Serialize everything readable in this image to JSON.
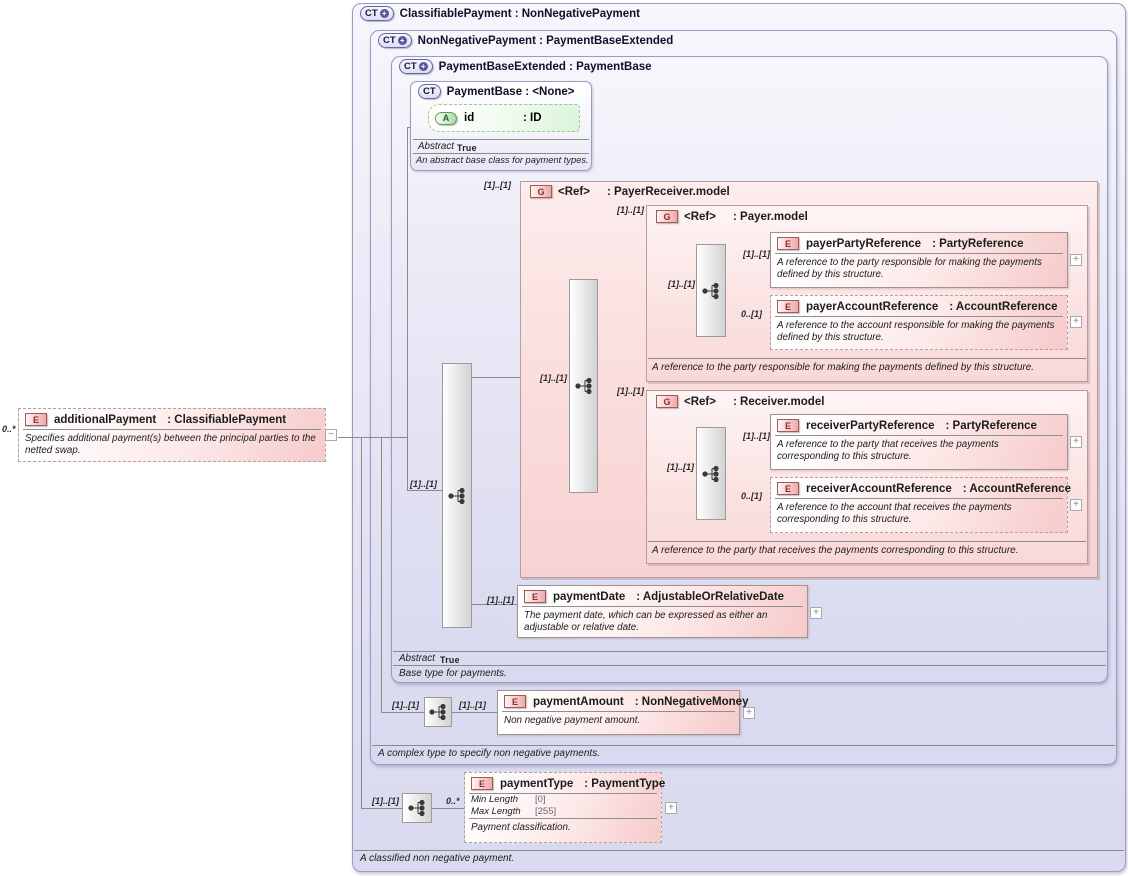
{
  "icons": {
    "ct": "CT",
    "plus": "+",
    "element": "E",
    "group": "G",
    "attribute": "A",
    "expand": "+",
    "collapse": "−"
  },
  "cards": {
    "one_one": "[1]..[1]",
    "zero_one": "0..[1]",
    "zero_many": "0..*"
  },
  "types": {
    "classifiable_payment": {
      "title": "ClassifiablePayment : NonNegativePayment",
      "footer": "A classified non negative payment."
    },
    "non_negative_payment": {
      "title": "NonNegativePayment : PaymentBaseExtended",
      "footer": "A complex type to specify non negative payments."
    },
    "payment_base_extended": {
      "title": "PaymentBaseExtended : PaymentBase",
      "abstract_label": "Abstract",
      "abstract_value": "True",
      "footer": "Base type for payments."
    },
    "payment_base": {
      "title": "PaymentBase : <None>",
      "abstract_label": "Abstract",
      "abstract_value": "True",
      "footer": "An abstract base class for payment types."
    }
  },
  "attribute_id": {
    "name": "id",
    "type": ": ID"
  },
  "groups": {
    "payer_receiver": {
      "name": "<Ref>",
      "type": ": PayerReceiver.model"
    },
    "payer": {
      "name": "<Ref>",
      "type": ": Payer.model",
      "footer": "A reference to the party responsible for making the payments defined by this structure."
    },
    "receiver": {
      "name": "<Ref>",
      "type": ": Receiver.model",
      "footer": "A reference to the party that receives the payments corresponding to this structure."
    }
  },
  "elements": {
    "additional_payment": {
      "name": "additionalPayment",
      "type": ": ClassifiablePayment",
      "desc": "Specifies additional payment(s) between the principal parties to the netted swap."
    },
    "payer_party": {
      "name": "payerPartyReference",
      "type": ": PartyReference",
      "desc": "A reference to the party responsible for making the payments defined by this structure."
    },
    "payer_account": {
      "name": "payerAccountReference",
      "type": ": AccountReference",
      "desc": "A reference to the account responsible for making the payments defined by this structure."
    },
    "receiver_party": {
      "name": "receiverPartyReference",
      "type": ": PartyReference",
      "desc": "A reference to the party that receives the payments corresponding to this structure."
    },
    "receiver_account": {
      "name": "receiverAccountReference",
      "type": ": AccountReference",
      "desc": "A reference to the account that receives the payments corresponding to this structure."
    },
    "payment_date": {
      "name": "paymentDate",
      "type": ": AdjustableOrRelativeDate",
      "desc": "The payment date, which can be expressed as either an adjustable or relative date."
    },
    "payment_amount": {
      "name": "paymentAmount",
      "type": ": NonNegativeMoney",
      "desc": "Non negative payment amount."
    },
    "payment_type": {
      "name": "paymentType",
      "type": ": PaymentType",
      "min_label": "Min Length",
      "min_value": "[0]",
      "max_label": "Max Length",
      "max_value": "[255]",
      "desc": "Payment classification."
    }
  }
}
